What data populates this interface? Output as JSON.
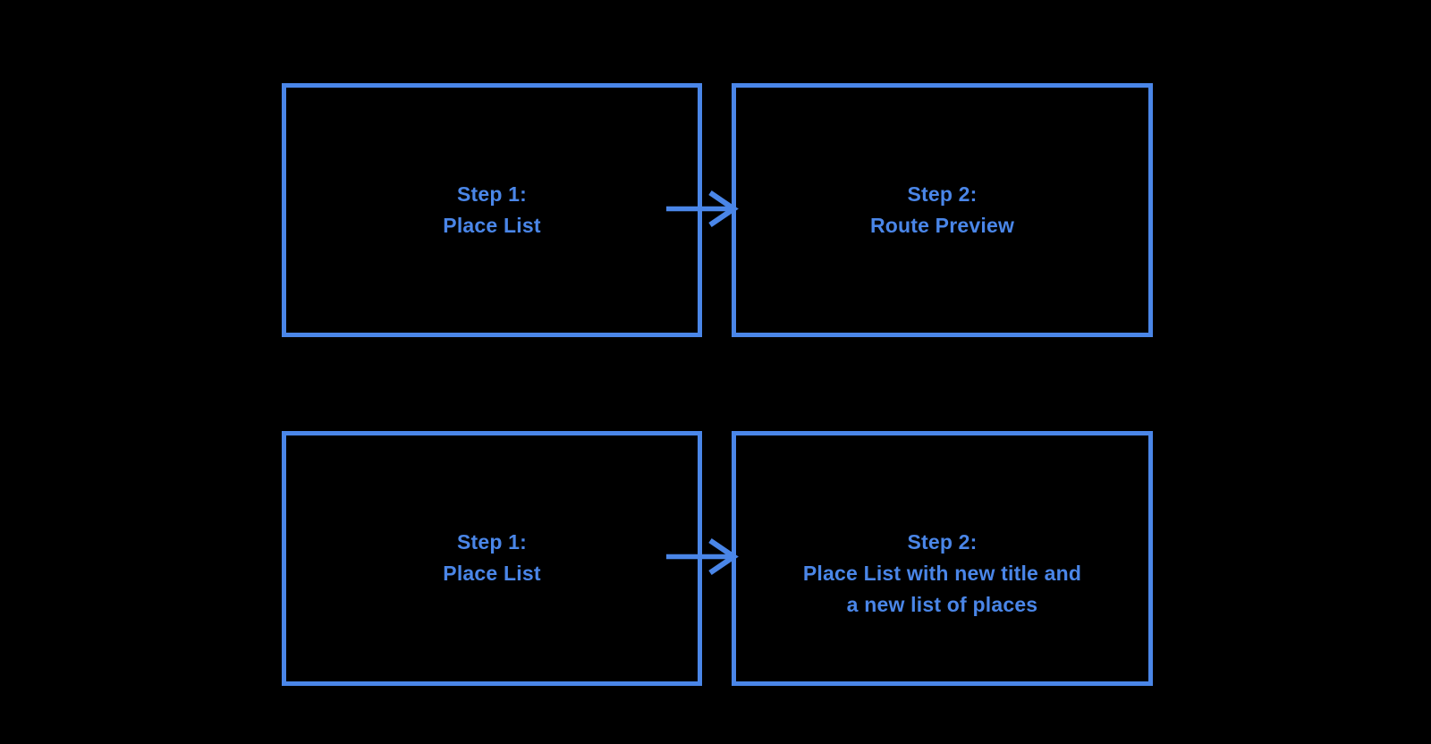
{
  "colors": {
    "background": "#000000",
    "accent": "#4A86E8",
    "text": "#4A86E8"
  },
  "diagram": {
    "boxes": [
      {
        "id": "flow1-step1",
        "lines": [
          "Step 1:",
          "Place List"
        ]
      },
      {
        "id": "flow1-step2",
        "lines": [
          "Step 2:",
          "Route Preview"
        ]
      },
      {
        "id": "flow2-step1",
        "lines": [
          "Step 1:",
          "Place List"
        ]
      },
      {
        "id": "flow2-step2",
        "lines": [
          "Step 2:",
          "Place List with new title and",
          "a new list of places"
        ]
      }
    ],
    "arrows": [
      {
        "icon": "right-arrow"
      },
      {
        "icon": "right-arrow"
      }
    ]
  }
}
